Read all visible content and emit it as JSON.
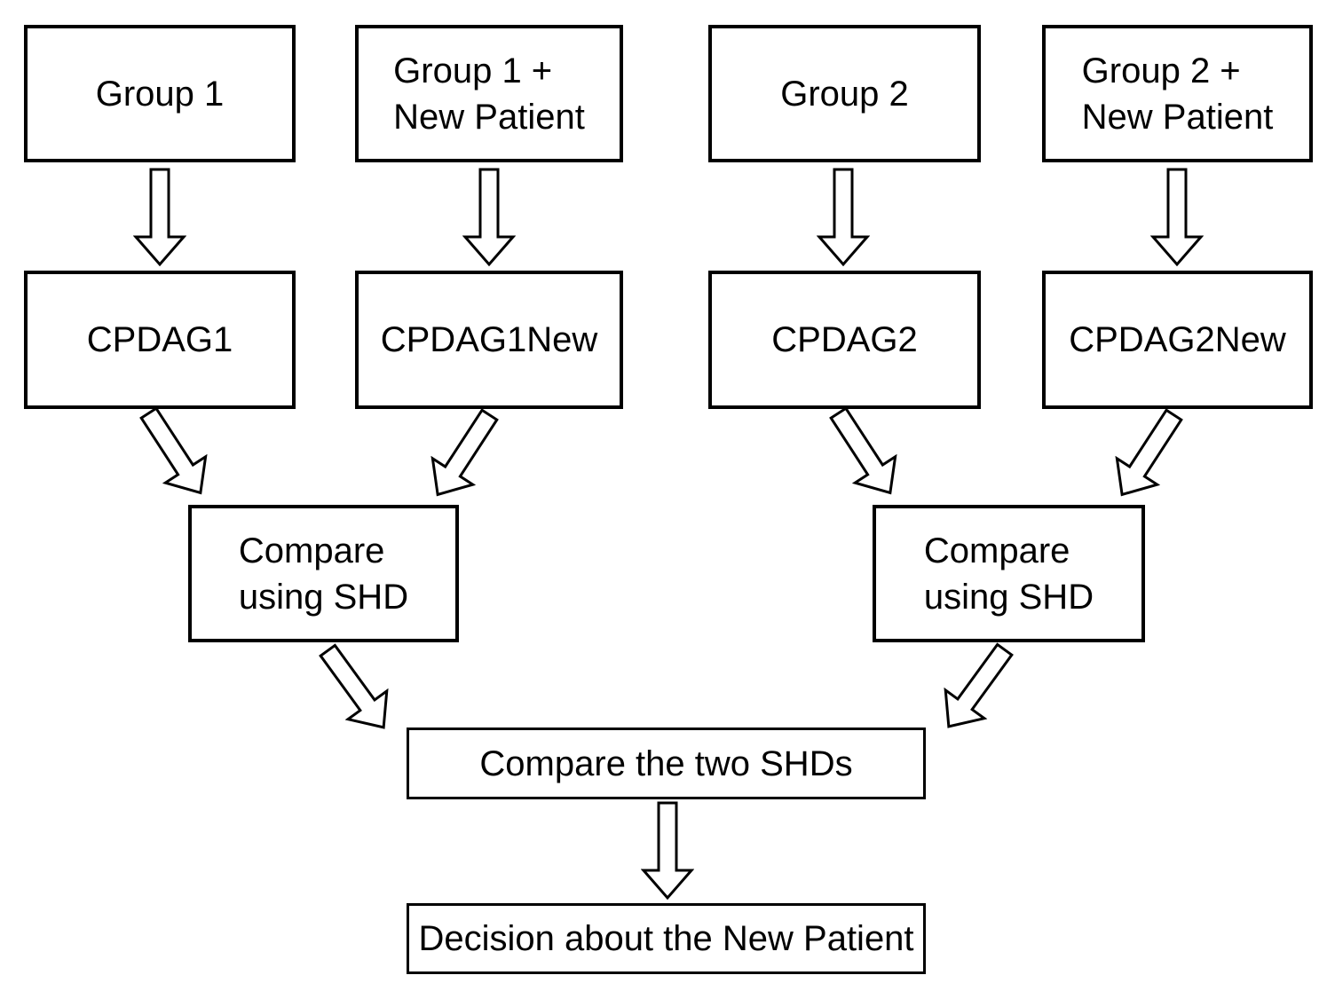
{
  "diagram": {
    "type": "flowchart",
    "colors": {
      "background": "#ffffff",
      "box_fill": "#ffffff",
      "box_stroke": "#000000",
      "text": "#000000"
    },
    "nodes": {
      "group1": {
        "lines": [
          "Group 1"
        ]
      },
      "group1new": {
        "lines": [
          "Group 1 +",
          "New Patient"
        ]
      },
      "group2": {
        "lines": [
          "Group 2"
        ]
      },
      "group2new": {
        "lines": [
          "Group 2 +",
          "New Patient"
        ]
      },
      "cpdag1": {
        "lines": [
          "CPDAG1"
        ]
      },
      "cpdag1new": {
        "lines": [
          "CPDAG1New"
        ]
      },
      "cpdag2": {
        "lines": [
          "CPDAG2"
        ]
      },
      "cpdag2new": {
        "lines": [
          "CPDAG2New"
        ]
      },
      "compare_left": {
        "lines": [
          "Compare",
          "using SHD"
        ]
      },
      "compare_right": {
        "lines": [
          "Compare",
          "using SHD"
        ]
      },
      "compare_two": {
        "lines": [
          "Compare the two SHDs"
        ]
      },
      "decision": {
        "lines": [
          "Decision about the New Patient"
        ]
      }
    },
    "edges": [
      {
        "from": "group1",
        "to": "cpdag1"
      },
      {
        "from": "group1new",
        "to": "cpdag1new"
      },
      {
        "from": "group2",
        "to": "cpdag2"
      },
      {
        "from": "group2new",
        "to": "cpdag2new"
      },
      {
        "from": "cpdag1",
        "to": "compare_left"
      },
      {
        "from": "cpdag1new",
        "to": "compare_left"
      },
      {
        "from": "cpdag2",
        "to": "compare_right"
      },
      {
        "from": "cpdag2new",
        "to": "compare_right"
      },
      {
        "from": "compare_left",
        "to": "compare_two"
      },
      {
        "from": "compare_right",
        "to": "compare_two"
      },
      {
        "from": "compare_two",
        "to": "decision"
      }
    ]
  }
}
